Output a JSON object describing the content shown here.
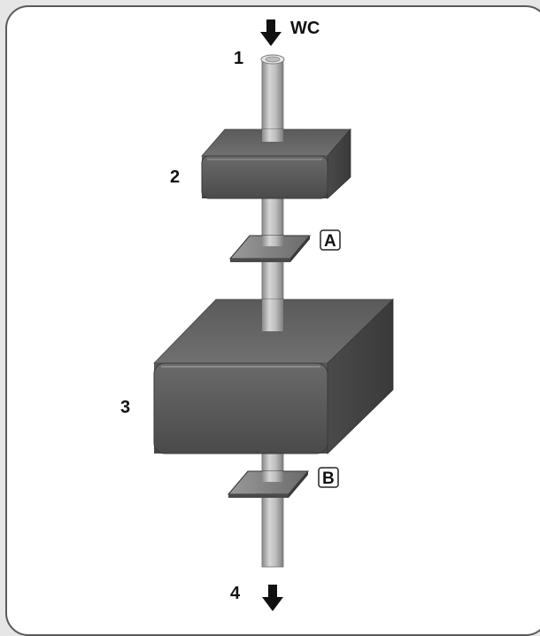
{
  "diagram": {
    "flow_in_label": "WC",
    "points": {
      "inlet": "1",
      "upper_block": "2",
      "lower_block": "3",
      "outlet": "4"
    },
    "markers": {
      "upper_plate": "A",
      "lower_plate": "B"
    },
    "colors": {
      "block": "#5e5e5e",
      "block_dark": "#3e3e3e",
      "pipe": "#a9a9a9",
      "frame_border": "#5a5a5a"
    }
  }
}
